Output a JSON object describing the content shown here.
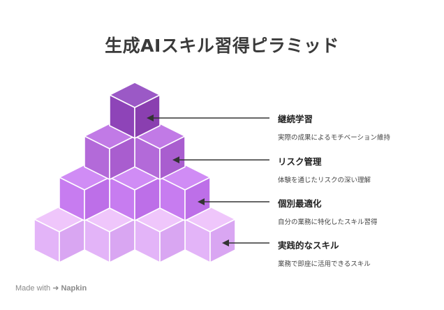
{
  "title": "生成AIスキル習得ピラミッド",
  "levels": [
    {
      "heading": "継続学習",
      "description": "実際の成果によるモチベーション維持",
      "top": "#9b59c6",
      "left": "#8e44b8",
      "right": "#8a3fb0"
    },
    {
      "heading": "リスク管理",
      "description": "体験を通じたリスクの深い理解",
      "top": "#c17ae6",
      "left": "#b36ad9",
      "right": "#a95dcf"
    },
    {
      "heading": "個別最適化",
      "description": "自分の業務に特化したスキル習得",
      "top": "#d08cf5",
      "left": "#c77cf0",
      "right": "#bd6fe8"
    },
    {
      "heading": "実践的なスキル",
      "description": "業務で即座に活用できるスキル",
      "top": "#efc6fb",
      "left": "#e3b4f8",
      "right": "#d9a6f2"
    }
  ],
  "footer": {
    "prefix": "Made with",
    "brand": "Napkin"
  },
  "colors": {
    "edge": "#ffffff",
    "arrow": "#333333",
    "title": "#3a3a3a"
  }
}
